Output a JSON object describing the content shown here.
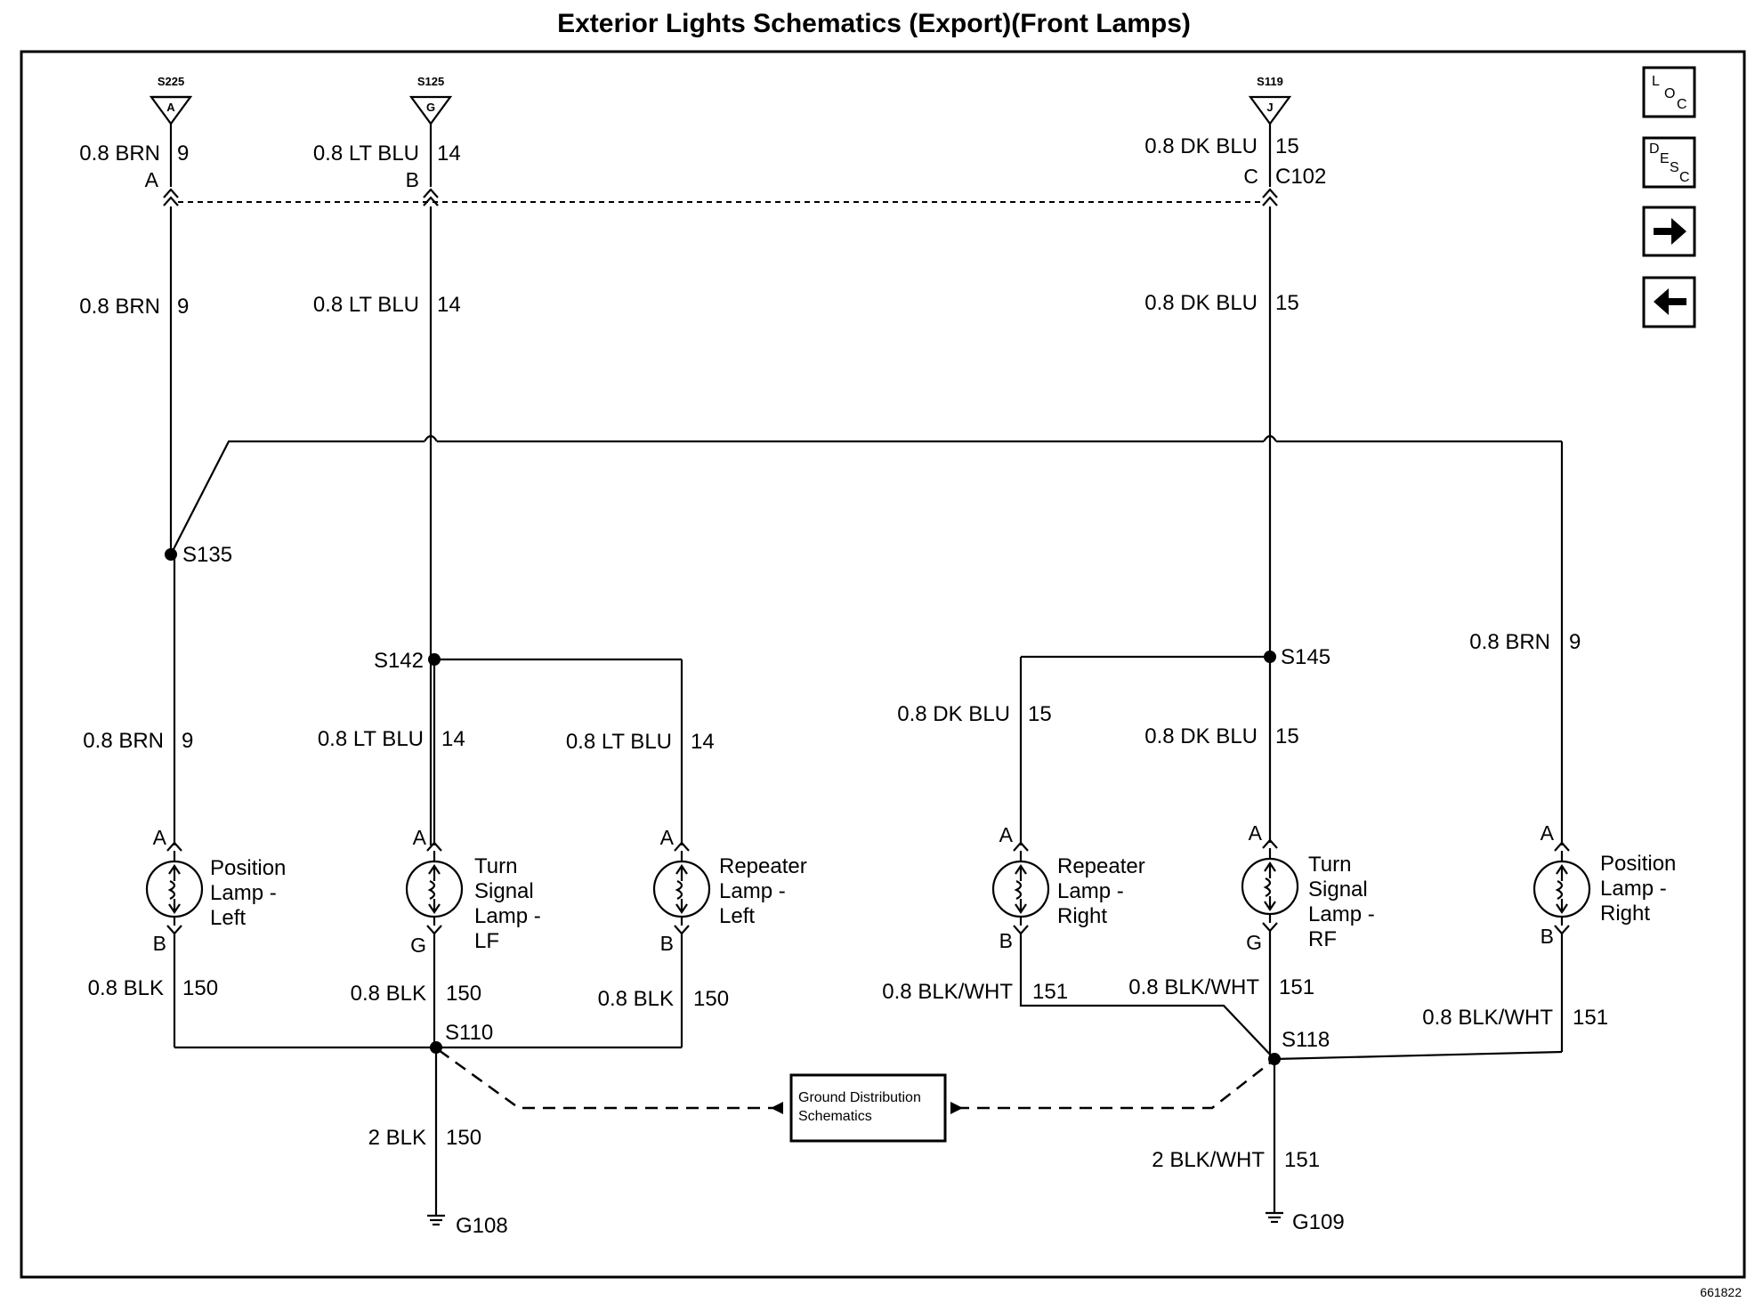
{
  "title": "Exterior Lights Schematics (Export)(Front Lamps)",
  "figure_number": "661822",
  "buttons": {
    "loc": [
      "L",
      "O",
      "C"
    ],
    "desc": [
      "D",
      "E",
      "S",
      "C"
    ],
    "next": "next-arrow-icon",
    "prev": "back-arrow-icon"
  },
  "splice_refs": {
    "s225": {
      "name": "S225",
      "pin": "A"
    },
    "s125": {
      "name": "S125",
      "pin": "G"
    },
    "s119": {
      "name": "S119",
      "pin": "J"
    }
  },
  "connector_c102": {
    "name": "C102",
    "pins": {
      "a": "A",
      "b": "B",
      "c": "C"
    }
  },
  "wires": {
    "w1_top": {
      "size": "0.8 BRN",
      "circuit": "9"
    },
    "w1_mid": {
      "size": "0.8 BRN",
      "circuit": "9"
    },
    "w1_low": {
      "size": "0.8 BRN",
      "circuit": "9"
    },
    "w2_top": {
      "size": "0.8 LT BLU",
      "circuit": "14"
    },
    "w2_mid": {
      "size": "0.8 LT BLU",
      "circuit": "14"
    },
    "w2_low": {
      "size": "0.8 LT BLU",
      "circuit": "14"
    },
    "w3_low": {
      "size": "0.8 LT BLU",
      "circuit": "14"
    },
    "w5_top": {
      "size": "0.8 DK BLU",
      "circuit": "15"
    },
    "w5_mid": {
      "size": "0.8 DK BLU",
      "circuit": "15"
    },
    "w5_low": {
      "size": "0.8 DK BLU",
      "circuit": "15"
    },
    "w4_low": {
      "size": "0.8 DK BLU",
      "circuit": "15"
    },
    "w6_low": {
      "size": "0.8 BRN",
      "circuit": "9"
    },
    "g1": {
      "size": "0.8 BLK",
      "circuit": "150"
    },
    "g2": {
      "size": "0.8 BLK",
      "circuit": "150"
    },
    "g3": {
      "size": "0.8 BLK",
      "circuit": "150"
    },
    "g4": {
      "size": "0.8 BLK/WHT",
      "circuit": "151"
    },
    "g5": {
      "size": "0.8 BLK/WHT",
      "circuit": "151"
    },
    "g6": {
      "size": "0.8 BLK/WHT",
      "circuit": "151"
    },
    "gl": {
      "size": "2 BLK",
      "circuit": "150"
    },
    "gr": {
      "size": "2 BLK/WHT",
      "circuit": "151"
    }
  },
  "splices": {
    "s135": "S135",
    "s142": "S142",
    "s145": "S145",
    "s110": "S110",
    "s118": "S118"
  },
  "grounds": {
    "g108": "G108",
    "g109": "G109"
  },
  "lamps": {
    "l1": {
      "lines": [
        "Position",
        "Lamp -",
        "Left"
      ],
      "pin_top": "A",
      "pin_bottom": "B"
    },
    "l2": {
      "lines": [
        "Turn",
        "Signal",
        "Lamp -",
        "LF"
      ],
      "pin_top": "A",
      "pin_bottom": "G"
    },
    "l3": {
      "lines": [
        "Repeater",
        "Lamp -",
        "Left"
      ],
      "pin_top": "A",
      "pin_bottom": "B"
    },
    "l4": {
      "lines": [
        "Repeater",
        "Lamp -",
        "Right"
      ],
      "pin_top": "A",
      "pin_bottom": "B"
    },
    "l5": {
      "lines": [
        "Turn",
        "Signal",
        "Lamp -",
        "RF"
      ],
      "pin_top": "A",
      "pin_bottom": "G"
    },
    "l6": {
      "lines": [
        "Position",
        "Lamp -",
        "Right"
      ],
      "pin_top": "A",
      "pin_bottom": "B"
    }
  },
  "ground_box": {
    "lines": [
      "Ground Distribution",
      "Schematics"
    ]
  }
}
